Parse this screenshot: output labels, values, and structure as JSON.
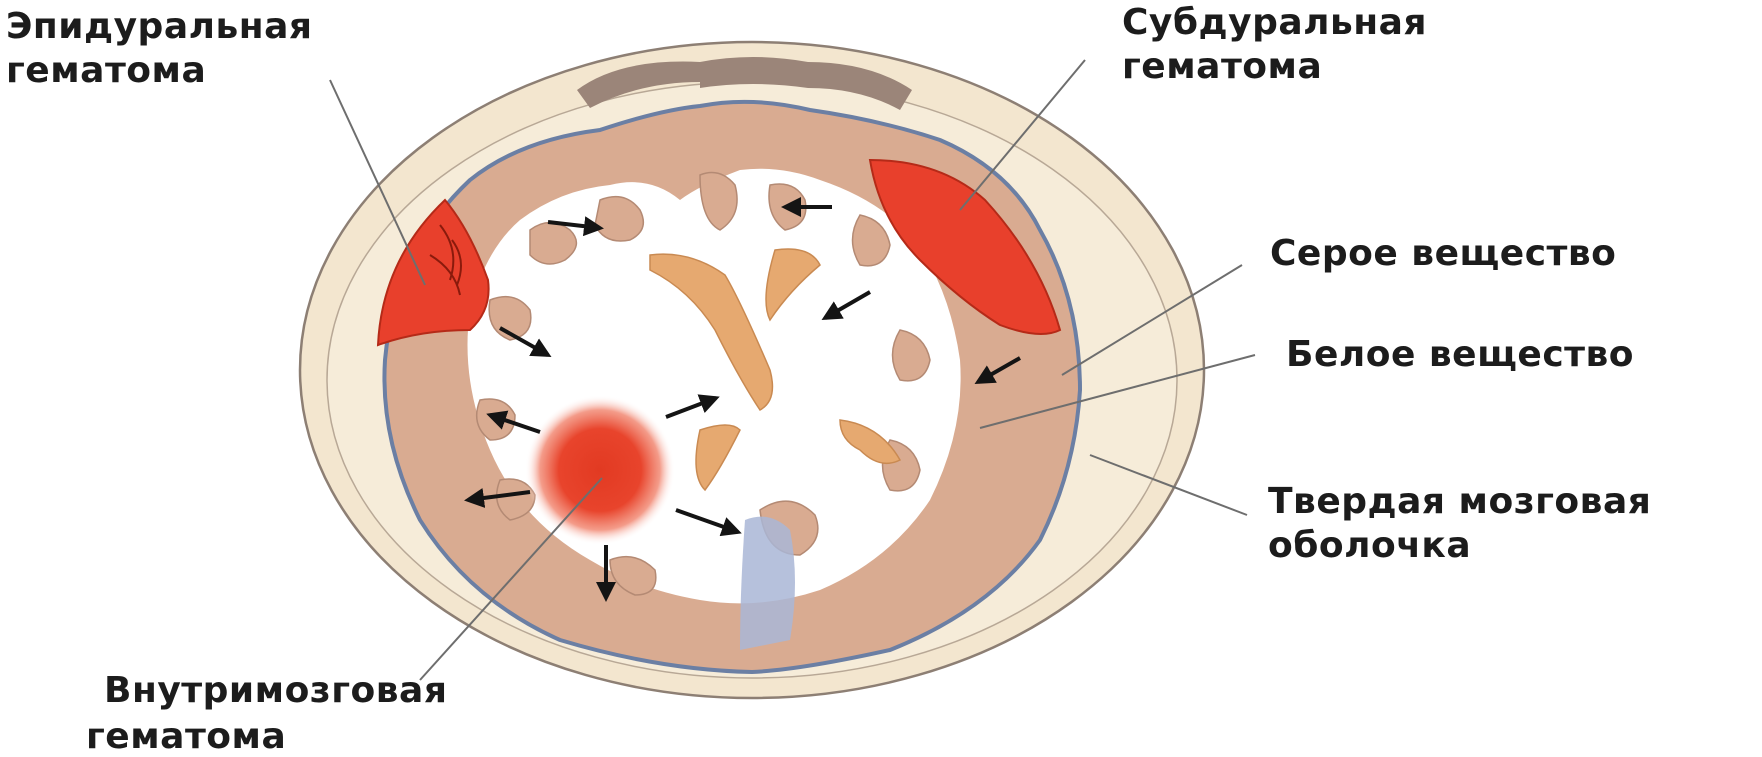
{
  "labels": {
    "epidural": [
      "Эпидуральная",
      "гематома"
    ],
    "subdural": [
      "Субдуральная",
      "гематома"
    ],
    "gray_matter": [
      "Серое вещество"
    ],
    "white_matter": [
      "Белое вещество"
    ],
    "dura_mater": [
      "Твердая мозговая",
      "оболочка"
    ],
    "intracerebral": [
      "Внутримозговая",
      "гематома"
    ]
  },
  "colors": {
    "hematoma": "#e8402c",
    "gray_matter": "#d9ab91",
    "white_matter": "#ffffff",
    "skull": "#f3e6cf",
    "dura": "#6b7fa4",
    "ventricle": "#e6a970",
    "bone_dark": "#9b8579"
  }
}
